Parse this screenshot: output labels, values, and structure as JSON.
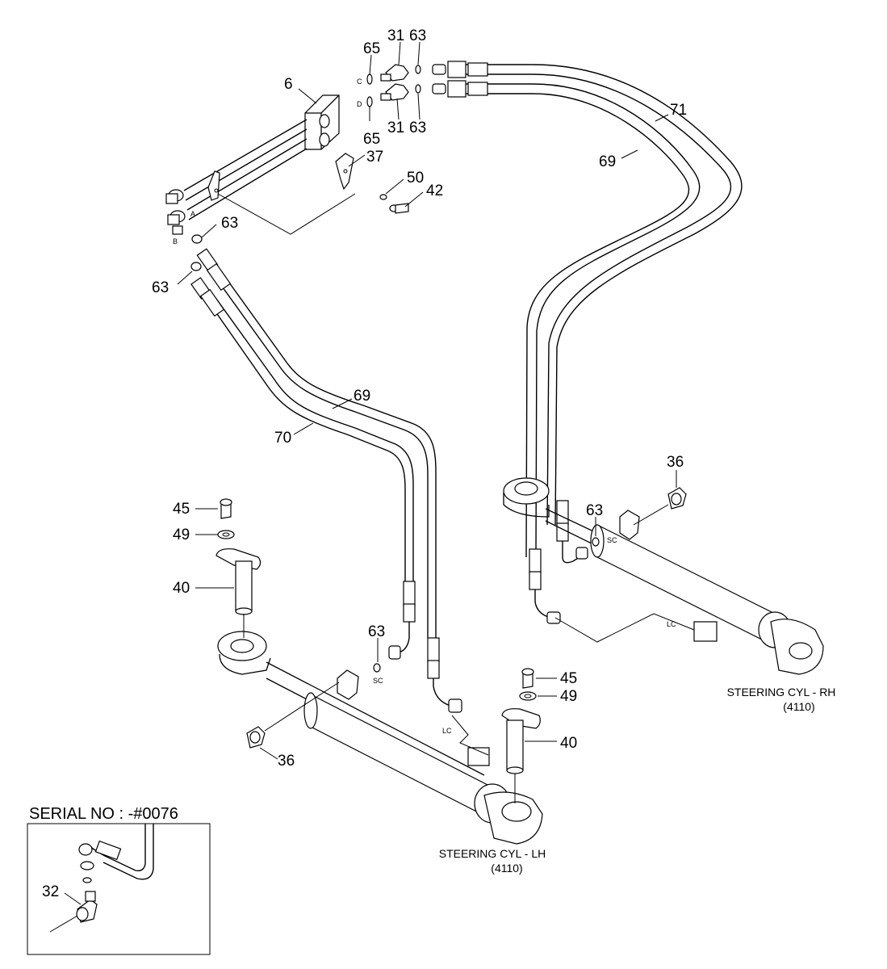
{
  "callouts": {
    "c31_top": "31",
    "c63_top": "63",
    "c65_top": "65",
    "c31_bot": "31",
    "c63_bot": "63",
    "c65_bot": "65",
    "c6": "6",
    "c37": "37",
    "c50": "50",
    "c42": "42",
    "c63_a": "63",
    "c63_b": "63",
    "c71": "71",
    "c69_r": "69",
    "c69_l": "69",
    "c70": "70",
    "c36_r": "36",
    "c63_r": "63",
    "c45_l": "45",
    "c49_l": "49",
    "c40_l": "40",
    "c63_lc": "63",
    "c36_l": "36",
    "c45_r": "45",
    "c49_r": "49",
    "c40_r": "40",
    "c32": "32"
  },
  "port_letters": {
    "a": "A",
    "b": "B",
    "c": "C",
    "d": "D"
  },
  "small_tags": {
    "sc_r": "SC",
    "lc_r": "LC",
    "sc_l": "SC",
    "lc_l": "LC"
  },
  "captions": {
    "rh_name": "STEERING CYL - RH",
    "rh_code": "(4110)",
    "lh_name": "STEERING CYL - LH",
    "lh_code": "(4110)"
  },
  "inset": {
    "serial": "SERIAL NO : -#0076"
  }
}
